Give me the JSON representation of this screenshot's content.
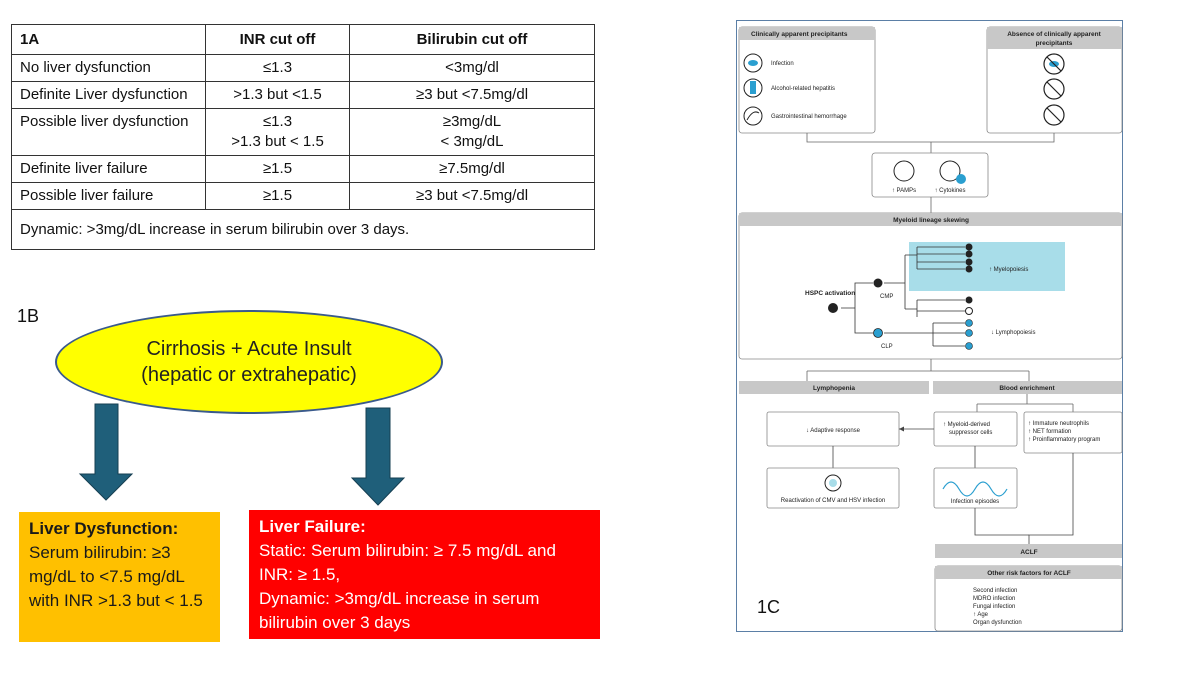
{
  "panel_1a": {
    "label": "1A",
    "headers": [
      "1A",
      "INR cut off",
      "Bilirubin cut off"
    ],
    "rows": [
      {
        "category": "No liver dysfunction",
        "inr": "≤1.3",
        "inr2": "",
        "bilirubin": "<3mg/dl",
        "bilirubin2": ""
      },
      {
        "category": "Definite Liver dysfunction",
        "inr": ">1.3 but <1.5",
        "inr2": "",
        "bilirubin": "≥3 but <7.5mg/dl",
        "bilirubin2": ""
      },
      {
        "category": "Possible liver dysfunction",
        "inr": "≤1.3",
        "inr2": ">1.3 but < 1.5",
        "bilirubin": "≥3mg/dL",
        "bilirubin2": "< 3mg/dL"
      },
      {
        "category": "Definite liver failure",
        "inr": "≥1.5",
        "inr2": "",
        "bilirubin": "≥7.5mg/dl",
        "bilirubin2": ""
      },
      {
        "category": "Possible liver failure",
        "inr": "≥1.5",
        "inr2": "",
        "bilirubin": "≥3 but <7.5mg/dl",
        "bilirubin2": ""
      }
    ],
    "footer": "Dynamic: >3mg/dL increase in serum bilirubin over 3 days."
  },
  "panel_1b": {
    "label": "1B",
    "ellipse_line1": "Cirrhosis + Acute Insult",
    "ellipse_line2": "(hepatic or extrahepatic)",
    "dysfunction_title": "Liver Dysfunction:",
    "dysfunction_text": "Serum bilirubin: ≥3 mg/dL to <7.5 mg/dL with INR >1.3 but < 1.5",
    "failure_title": "Liver Failure:",
    "failure_text": "Static: Serum bilirubin: ≥ 7.5 mg/dL and INR: ≥ 1.5,",
    "failure_text2": "Dynamic: >3mg/dL increase in serum bilirubin over 3 days",
    "colors": {
      "ellipse": "#ffff00",
      "dysfunction": "#ffc000",
      "failure": "#ff0000",
      "arrow": "#1f5f7a"
    }
  },
  "panel_1c": {
    "label": "1C",
    "precipitants_title": "Clinically apparent  precipitants",
    "precipitants": [
      "Infection",
      "Alcohol-related hepatitis",
      "Gastrointestinal hemorrhage"
    ],
    "absence_title_1": "Absence of clinically apparent",
    "absence_title_2": "precipitants",
    "pamps": "↑ PAMPs",
    "cytokines": "↑ Cytokines",
    "myeloid_title": "Myeloid lineage skewing",
    "hspc": "HSPC activation",
    "cmp": "CMP",
    "clp": "CLP",
    "myelopoiesis": "↑ Myelopoiesis",
    "lymphopoiesis": "↓ Lymphopoiesis",
    "lymphopenia": "Lymphopenia",
    "blood_enrichment": "Blood enrichment",
    "adaptive": "↓ Adaptive response",
    "mdsc_1": "↑ Myeloid-derived",
    "mdsc_2": "suppressor cells",
    "neutro": [
      "↑ Immature neutrophils",
      "↑ NET formation",
      "↑ Proinflammatory program"
    ],
    "reactivation": "Reactivation of CMV and HSV infection",
    "infection_episodes": "Infection episodes",
    "aclf": "ACLF",
    "risk_title": "Other risk factors for ACLF",
    "risk_items": [
      "Second infection",
      "MDRO infection",
      "Fungal infection",
      "↑ Age",
      "Organ dysfunction"
    ],
    "colors": {
      "header_gray": "#c8c8c8",
      "highlight": "#a8dde9",
      "cell_blue": "#2a9fd0"
    }
  }
}
